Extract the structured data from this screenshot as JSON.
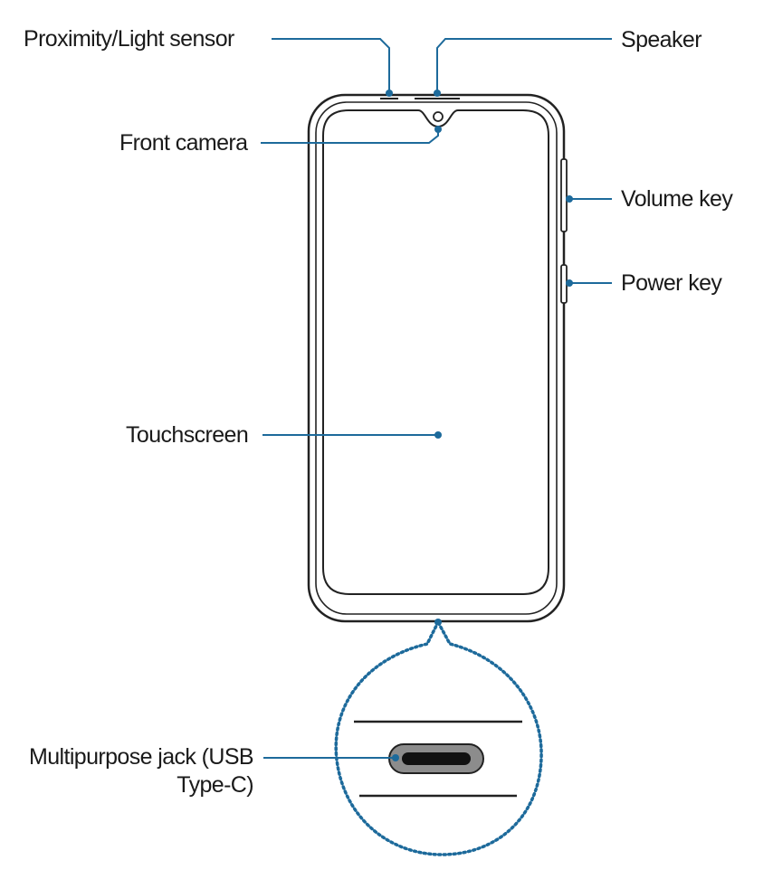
{
  "diagram": {
    "labels": {
      "proximity_sensor": "Proximity/Light sensor",
      "speaker": "Speaker",
      "front_camera": "Front camera",
      "volume_key": "Volume key",
      "power_key": "Power key",
      "touchscreen": "Touchscreen",
      "multipurpose_jack_line1": "Multipurpose jack (USB",
      "multipurpose_jack_line2": "Type-C)"
    },
    "colors": {
      "callout": "#1d6a9b",
      "outline": "#222222",
      "port_fill": "#8c8c8c",
      "text": "#1a1a1a"
    }
  }
}
